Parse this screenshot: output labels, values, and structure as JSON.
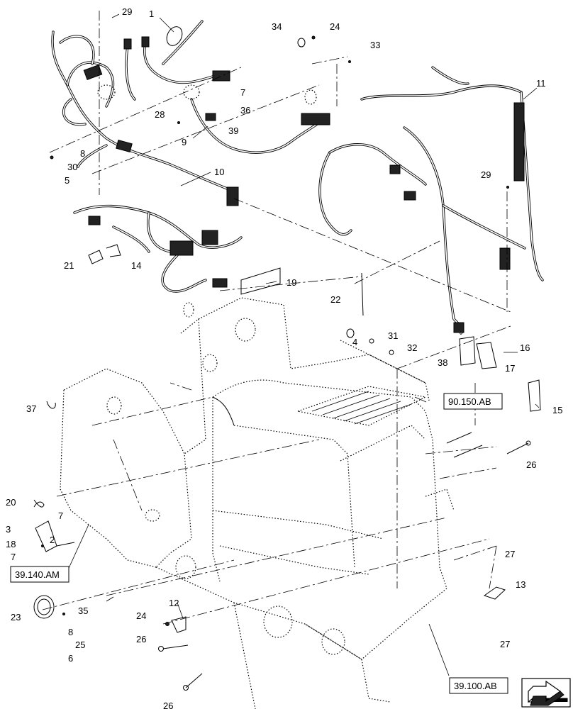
{
  "callouts": [
    {
      "id": "c1",
      "label": "1"
    },
    {
      "id": "c2",
      "label": "2"
    },
    {
      "id": "c3",
      "label": "3"
    },
    {
      "id": "c4",
      "label": "4"
    },
    {
      "id": "c5",
      "label": "5"
    },
    {
      "id": "c6",
      "label": "6"
    },
    {
      "id": "c7a",
      "label": "7"
    },
    {
      "id": "c7b",
      "label": "7"
    },
    {
      "id": "c7c",
      "label": "7"
    },
    {
      "id": "c8a",
      "label": "8"
    },
    {
      "id": "c8b",
      "label": "8"
    },
    {
      "id": "c9",
      "label": "9"
    },
    {
      "id": "c10",
      "label": "10"
    },
    {
      "id": "c11",
      "label": "11"
    },
    {
      "id": "c12",
      "label": "12"
    },
    {
      "id": "c13",
      "label": "13"
    },
    {
      "id": "c14",
      "label": "14"
    },
    {
      "id": "c15",
      "label": "15"
    },
    {
      "id": "c16",
      "label": "16"
    },
    {
      "id": "c17",
      "label": "17"
    },
    {
      "id": "c18",
      "label": "18"
    },
    {
      "id": "c19",
      "label": "19"
    },
    {
      "id": "c20",
      "label": "20"
    },
    {
      "id": "c21",
      "label": "21"
    },
    {
      "id": "c22",
      "label": "22"
    },
    {
      "id": "c23",
      "label": "23"
    },
    {
      "id": "c24a",
      "label": "24"
    },
    {
      "id": "c24b",
      "label": "24"
    },
    {
      "id": "c25",
      "label": "25"
    },
    {
      "id": "c26a",
      "label": "26"
    },
    {
      "id": "c26b",
      "label": "26"
    },
    {
      "id": "c26c",
      "label": "26"
    },
    {
      "id": "c27a",
      "label": "27"
    },
    {
      "id": "c27b",
      "label": "27"
    },
    {
      "id": "c28",
      "label": "28"
    },
    {
      "id": "c29a",
      "label": "29"
    },
    {
      "id": "c29b",
      "label": "29"
    },
    {
      "id": "c30",
      "label": "30"
    },
    {
      "id": "c31",
      "label": "31"
    },
    {
      "id": "c32",
      "label": "32"
    },
    {
      "id": "c33",
      "label": "33"
    },
    {
      "id": "c34",
      "label": "34"
    },
    {
      "id": "c35",
      "label": "35"
    },
    {
      "id": "c36",
      "label": "36"
    },
    {
      "id": "c37",
      "label": "37"
    },
    {
      "id": "c38",
      "label": "38"
    },
    {
      "id": "c39",
      "label": "39"
    }
  ],
  "references": [
    {
      "id": "r1",
      "label": "90.150.AB"
    },
    {
      "id": "r2",
      "label": "39.140.AM"
    },
    {
      "id": "r3",
      "label": "39.100.AB"
    }
  ],
  "icons": {
    "corner": "view-direction-arrow-icon"
  }
}
